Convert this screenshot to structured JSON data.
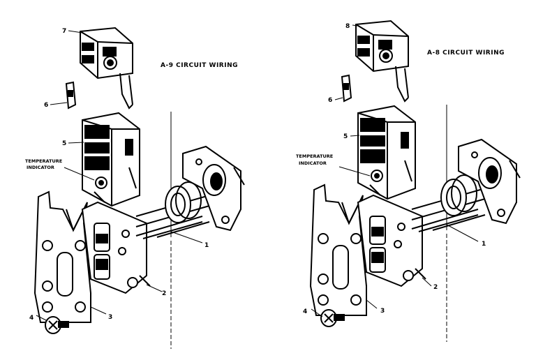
{
  "left": {
    "title": "A-9 CIRCUIT WIRING",
    "temperature_indicator": [
      "TEMPERATURE",
      "INDICATOR"
    ],
    "callouts": [
      "7",
      "6",
      "5",
      "1",
      "2",
      "3",
      "4"
    ]
  },
  "right": {
    "title": "A-8 CIRCUIT WIRING",
    "temperature_indicator": [
      "TEMPERATURE",
      "INDICATOR"
    ],
    "callouts": [
      "8",
      "6",
      "5",
      "1",
      "2",
      "3",
      "4"
    ]
  },
  "colors": {
    "ink": "#000000",
    "paper": "#ffffff"
  }
}
